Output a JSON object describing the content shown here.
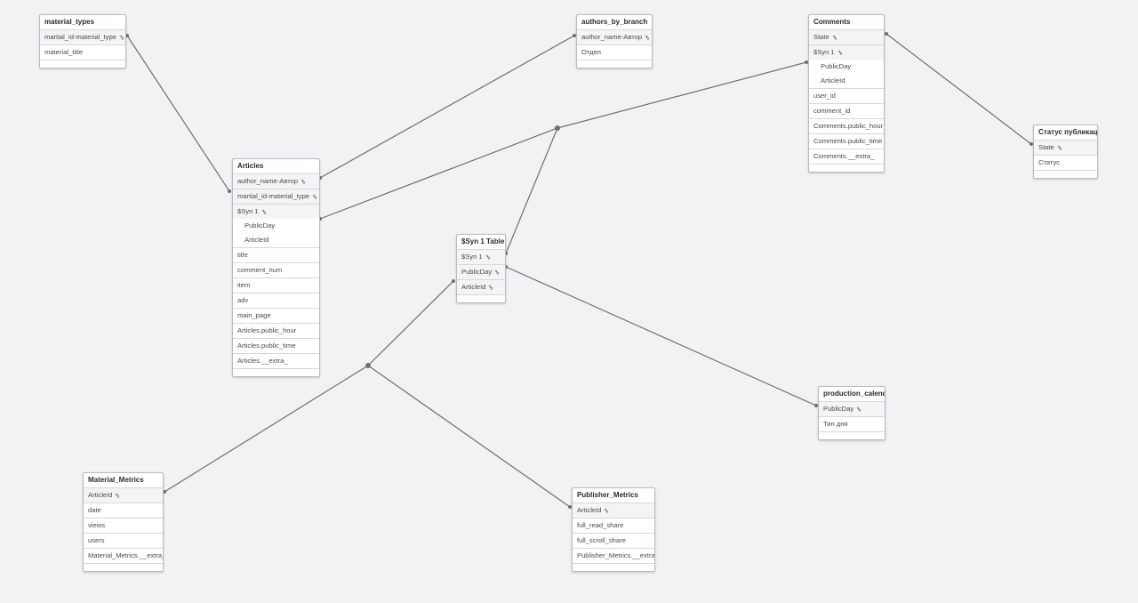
{
  "tables": [
    {
      "id": "material_types",
      "title": "material_types",
      "groups": [
        [
          {
            "text": "martial_id-material_type",
            "key": true
          }
        ],
        [
          {
            "text": "material_title"
          }
        ]
      ]
    },
    {
      "id": "authors_by_branch",
      "title": "authors_by_branch",
      "groups": [
        [
          {
            "text": "author_name-Автор",
            "key": true
          }
        ],
        [
          {
            "text": "Отдел"
          }
        ]
      ]
    },
    {
      "id": "comments",
      "title": "Comments",
      "groups": [
        [
          {
            "text": "State",
            "key": true
          }
        ],
        [
          {
            "text": "$Syn 1",
            "key": true
          },
          {
            "text": "PublicDay",
            "sub": true
          },
          {
            "text": "ArticleId",
            "sub": true
          }
        ],
        [
          {
            "text": "user_id"
          }
        ],
        [
          {
            "text": "comment_id"
          }
        ],
        [
          {
            "text": "Comments.public_hour"
          }
        ],
        [
          {
            "text": "Comments.public_time"
          }
        ],
        [
          {
            "text": "Comments.__extra_"
          }
        ]
      ]
    },
    {
      "id": "status",
      "title": "Статус публикаций",
      "groups": [
        [
          {
            "text": "State",
            "key": true
          }
        ],
        [
          {
            "text": "Статус"
          }
        ]
      ]
    },
    {
      "id": "articles",
      "title": "Articles",
      "groups": [
        [
          {
            "text": "author_name-Автор",
            "key": true
          }
        ],
        [
          {
            "text": "martial_id-material_type",
            "key": true
          }
        ],
        [
          {
            "text": "$Syn 1",
            "key": true
          },
          {
            "text": "PublicDay",
            "sub": true
          },
          {
            "text": "ArticleId",
            "sub": true
          }
        ],
        [
          {
            "text": "title"
          }
        ],
        [
          {
            "text": "comment_num"
          }
        ],
        [
          {
            "text": "item"
          }
        ],
        [
          {
            "text": "adv"
          }
        ],
        [
          {
            "text": "main_page"
          }
        ],
        [
          {
            "text": "Articles.public_hour"
          }
        ],
        [
          {
            "text": "Articles.public_time"
          }
        ],
        [
          {
            "text": "Articles.__extra_"
          }
        ]
      ]
    },
    {
      "id": "syn1",
      "title": "$Syn 1 Table",
      "groups": [
        [
          {
            "text": "$Syn 1",
            "key": true
          }
        ],
        [
          {
            "text": "PublicDay",
            "key": true
          }
        ],
        [
          {
            "text": "ArticleId",
            "key": true
          }
        ]
      ]
    },
    {
      "id": "production_calendar",
      "title": "production_calendar",
      "groups": [
        [
          {
            "text": "PublicDay",
            "key": true
          }
        ],
        [
          {
            "text": "Тип дня"
          }
        ]
      ]
    },
    {
      "id": "material_metrics",
      "title": "Material_Metrics",
      "groups": [
        [
          {
            "text": "ArticleId",
            "key": true
          }
        ],
        [
          {
            "text": "date"
          }
        ],
        [
          {
            "text": "views"
          }
        ],
        [
          {
            "text": "users"
          }
        ],
        [
          {
            "text": "Material_Metrics.__extra_"
          }
        ]
      ]
    },
    {
      "id": "publisher_metrics",
      "title": "Publisher_Metrics",
      "groups": [
        [
          {
            "text": "ArticleId",
            "key": true
          }
        ],
        [
          {
            "text": "full_read_share"
          }
        ],
        [
          {
            "text": "full_scroll_share"
          }
        ],
        [
          {
            "text": "Publisher_Metrics.__extra_"
          }
        ]
      ]
    }
  ],
  "colors": {
    "background": "#f1f2f3",
    "link": "#6f6f6f",
    "table_border": "#b8bcc0"
  },
  "icons": {
    "key": "key-icon"
  }
}
